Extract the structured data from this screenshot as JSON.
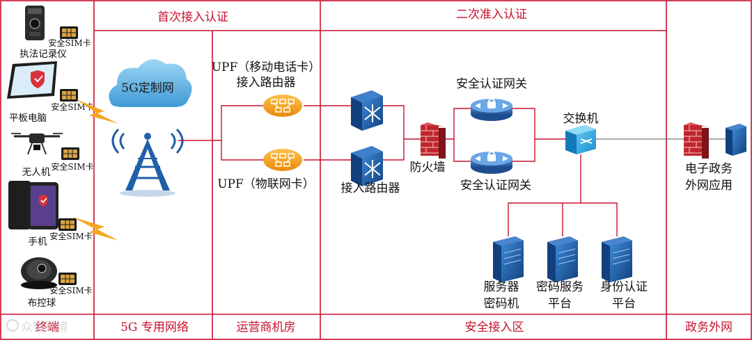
{
  "sections": {
    "first_access": "首次接入认证",
    "second_access": "二次准入认证"
  },
  "footer": {
    "terminal": "终端",
    "private_network": "5G 专用网络",
    "operator_room": "运营商机房",
    "secure_zone": "安全接入区",
    "gov_external": "政务外网"
  },
  "terminals": [
    {
      "label": "执法记录仪",
      "sim": "安全SIM卡"
    },
    {
      "label": "平板电脑",
      "sim": "安全SIM卡"
    },
    {
      "label": "无人机",
      "sim": "安全SIM卡"
    },
    {
      "label": "手机",
      "sim": "安全SIM卡"
    },
    {
      "label": "布控球",
      "sim": "安全SIM卡"
    }
  ],
  "cloud_label": "5G定制网",
  "upf_mobile": {
    "line1": "UPF（移动电话卡）",
    "line2": "接入路由器"
  },
  "upf_iot": "UPF（物联网卡）",
  "access_router": "接入路由器",
  "firewall": "防火墙",
  "gateway_top": "安全认证网关",
  "gateway_bottom": "安全认证网关",
  "switch": "交换机",
  "servers": [
    {
      "line1": "服务器",
      "line2": "密码机"
    },
    {
      "line1": "密码服务",
      "line2": "平台"
    },
    {
      "line1": "身份认证",
      "line2": "平台"
    }
  ],
  "gov_app": {
    "line1": "电子政务",
    "line2": "外网应用"
  },
  "watermark": "众智跨境",
  "colors": {
    "accent_red": "#c8102e",
    "device_blue": "#1f5fa8",
    "upf_orange": "#f5a623"
  }
}
